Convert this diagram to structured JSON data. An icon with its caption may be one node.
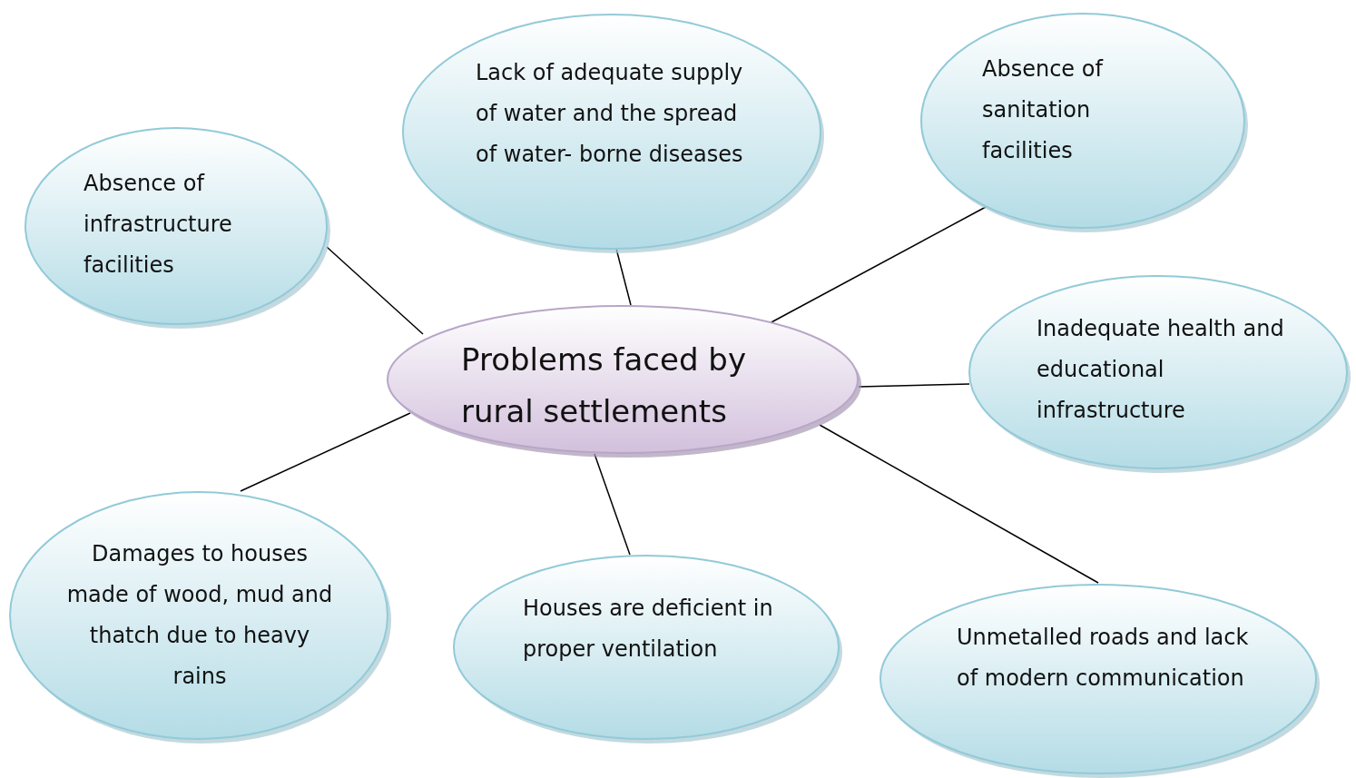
{
  "diagram": {
    "nodes": [
      {
        "text": [
          "Problems faced by rural settlements"
        ]
      },
      {
        "text": [
          "Absence of infrastructure facilities"
        ]
      },
      {
        "text": [
          "Lack of adequate supply of water and the spread of water- borne diseases"
        ]
      },
      {
        "text": [
          "Absence of sanitation facilities"
        ]
      },
      {
        "text": [
          "Inadequate health and educational infrastructure"
        ]
      },
      {
        "text": [
          "Damages to houses made of wood, mud and thatch due to heavy rains"
        ]
      },
      {
        "text": [
          "Houses are deficient in proper ventilation"
        ]
      },
      {
        "text": [
          "Unmetalled roads and lack of modern communication"
        ]
      }
    ],
    "edges": [
      {
        "from": 0,
        "to": 1,
        "arrow": "none"
      },
      {
        "from": 0,
        "to": 2,
        "arrow": "none"
      },
      {
        "from": 0,
        "to": 3,
        "arrow": "none"
      },
      {
        "from": 0,
        "to": 4,
        "arrow": "none"
      },
      {
        "from": 0,
        "to": 5,
        "arrow": "none"
      },
      {
        "from": 0,
        "to": 6,
        "arrow": "none"
      },
      {
        "from": 0,
        "to": 7,
        "arrow": "none"
      }
    ]
  }
}
